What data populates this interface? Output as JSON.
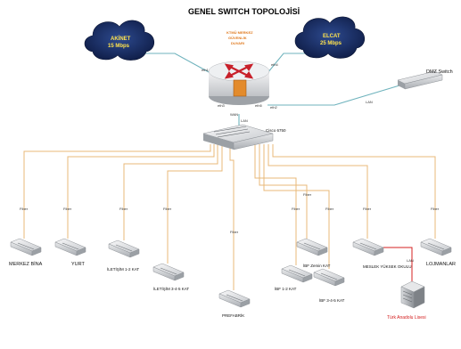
{
  "title": "GENEL SWITCH TOPOLOJİSİ",
  "clouds": [
    {
      "id": "cloud-akinet",
      "line1": "AKİNET",
      "line2": "15 Mbps"
    },
    {
      "id": "cloud-elcat",
      "line1": "ELCAT",
      "line2": "25 Mbps"
    }
  ],
  "firewall": {
    "line1": "KTMÜ MERKEZ",
    "line2": "GÜVENLİK",
    "line3": "DUVARI"
  },
  "ports": {
    "left_top": "eth1",
    "right_top": "eth4",
    "bottom_left": "eth3",
    "bottom_mid": "WAN",
    "bottom_right": "eth5",
    "to_core": "LAN"
  },
  "link_labels": {
    "fiber": "Fiber",
    "lan": "LAN",
    "to_lise": "LAN"
  },
  "core_switch": "Cisco 6750",
  "dmz_switch": "DMZ Switch",
  "nodes": [
    {
      "label": "MERKEZ BİNA"
    },
    {
      "label": "YURT"
    },
    {
      "label": "İLETİŞİM 1-2 KAT"
    },
    {
      "label": "İLETİŞİM 3-4-5 KAT"
    },
    {
      "label": "PREFABRİK"
    },
    {
      "label": "İBF Zemin KAT"
    },
    {
      "label": "İBF 1-2 KAT"
    },
    {
      "label": "İBF 3-4-5 KAT"
    },
    {
      "label": "MESLEK YÜKSEK OKULU"
    },
    {
      "label": "LOJMANLAR"
    }
  ],
  "school": "Türk Anadolu Lisesi",
  "colors": {
    "fiber": "#e8b878",
    "lan": "#6fb3bd",
    "cloud": "#1c2f6b",
    "red": "#d42020"
  }
}
